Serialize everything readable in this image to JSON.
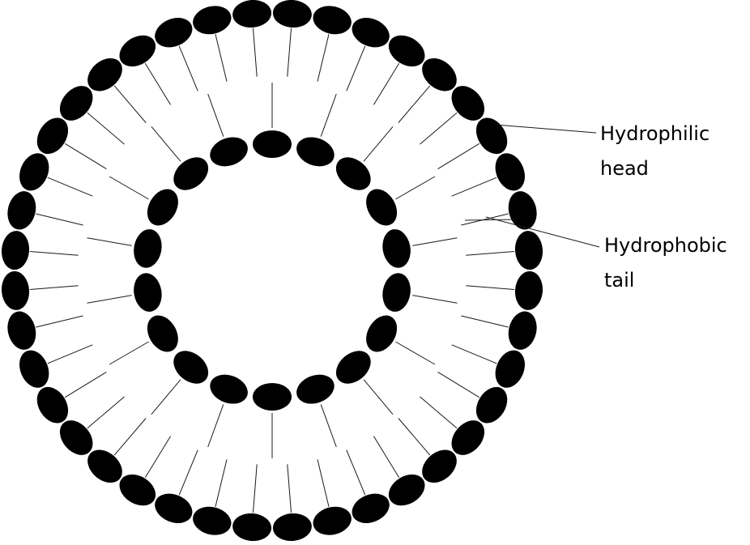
{
  "labels": {
    "head_line1": "Hydrophilic",
    "head_line2": "head",
    "tail_line1": "Hydrophobic",
    "tail_line2": "tail"
  },
  "colors": {
    "head_fill": "#000000",
    "tail_stroke": "#1a1a1a",
    "background": "#ffffff"
  }
}
